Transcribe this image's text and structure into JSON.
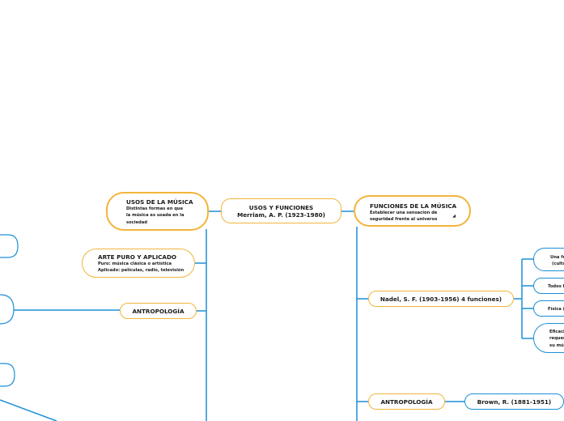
{
  "colors": {
    "branch_line": "#1b8fd6",
    "node_border": "#f2b53a",
    "sub_border": "#1b8fd6",
    "background": "#ffffff"
  },
  "center": {
    "title": "USOS Y FUNCIONES",
    "subtitle": "Merriam, A. P. (1923-1980)"
  },
  "usos": {
    "title": "USOS DE LA MÚSICA",
    "lines": [
      "Distintas formas en que",
      "la música es usada en la",
      "sociedad"
    ]
  },
  "funciones": {
    "title": "FUNCIONES DE LA MÚSICA",
    "lines": [
      "Establecer una sensación de",
      "seguridad frente al universo"
    ],
    "toggle_icon": "triangle-collapse-icon"
  },
  "arte": {
    "title": "ARTE PURO Y APLICADO",
    "lines": [
      "Puro: música clásica o artística",
      "Aplicado: películas, radio, televisión"
    ]
  },
  "antropologia_left": {
    "label": "ANTROPOLOGÍA"
  },
  "nadel": {
    "label": "Nadel, S. F. (1903-1956) 4 funciones)"
  },
  "nadel_children": [
    {
      "lines": [
        "Una fu",
        "(cultu"
      ]
    },
    {
      "lines": [
        "Todos l"
      ]
    },
    {
      "lines": [
        "Física ("
      ]
    },
    {
      "lines": [
        "Eficaci",
        "requer",
        "su mú"
      ]
    }
  ],
  "antropologia_right": {
    "label": "ANTROPOLOGÍA"
  },
  "brown": {
    "label": "Brown, R. (1881-1951)"
  }
}
